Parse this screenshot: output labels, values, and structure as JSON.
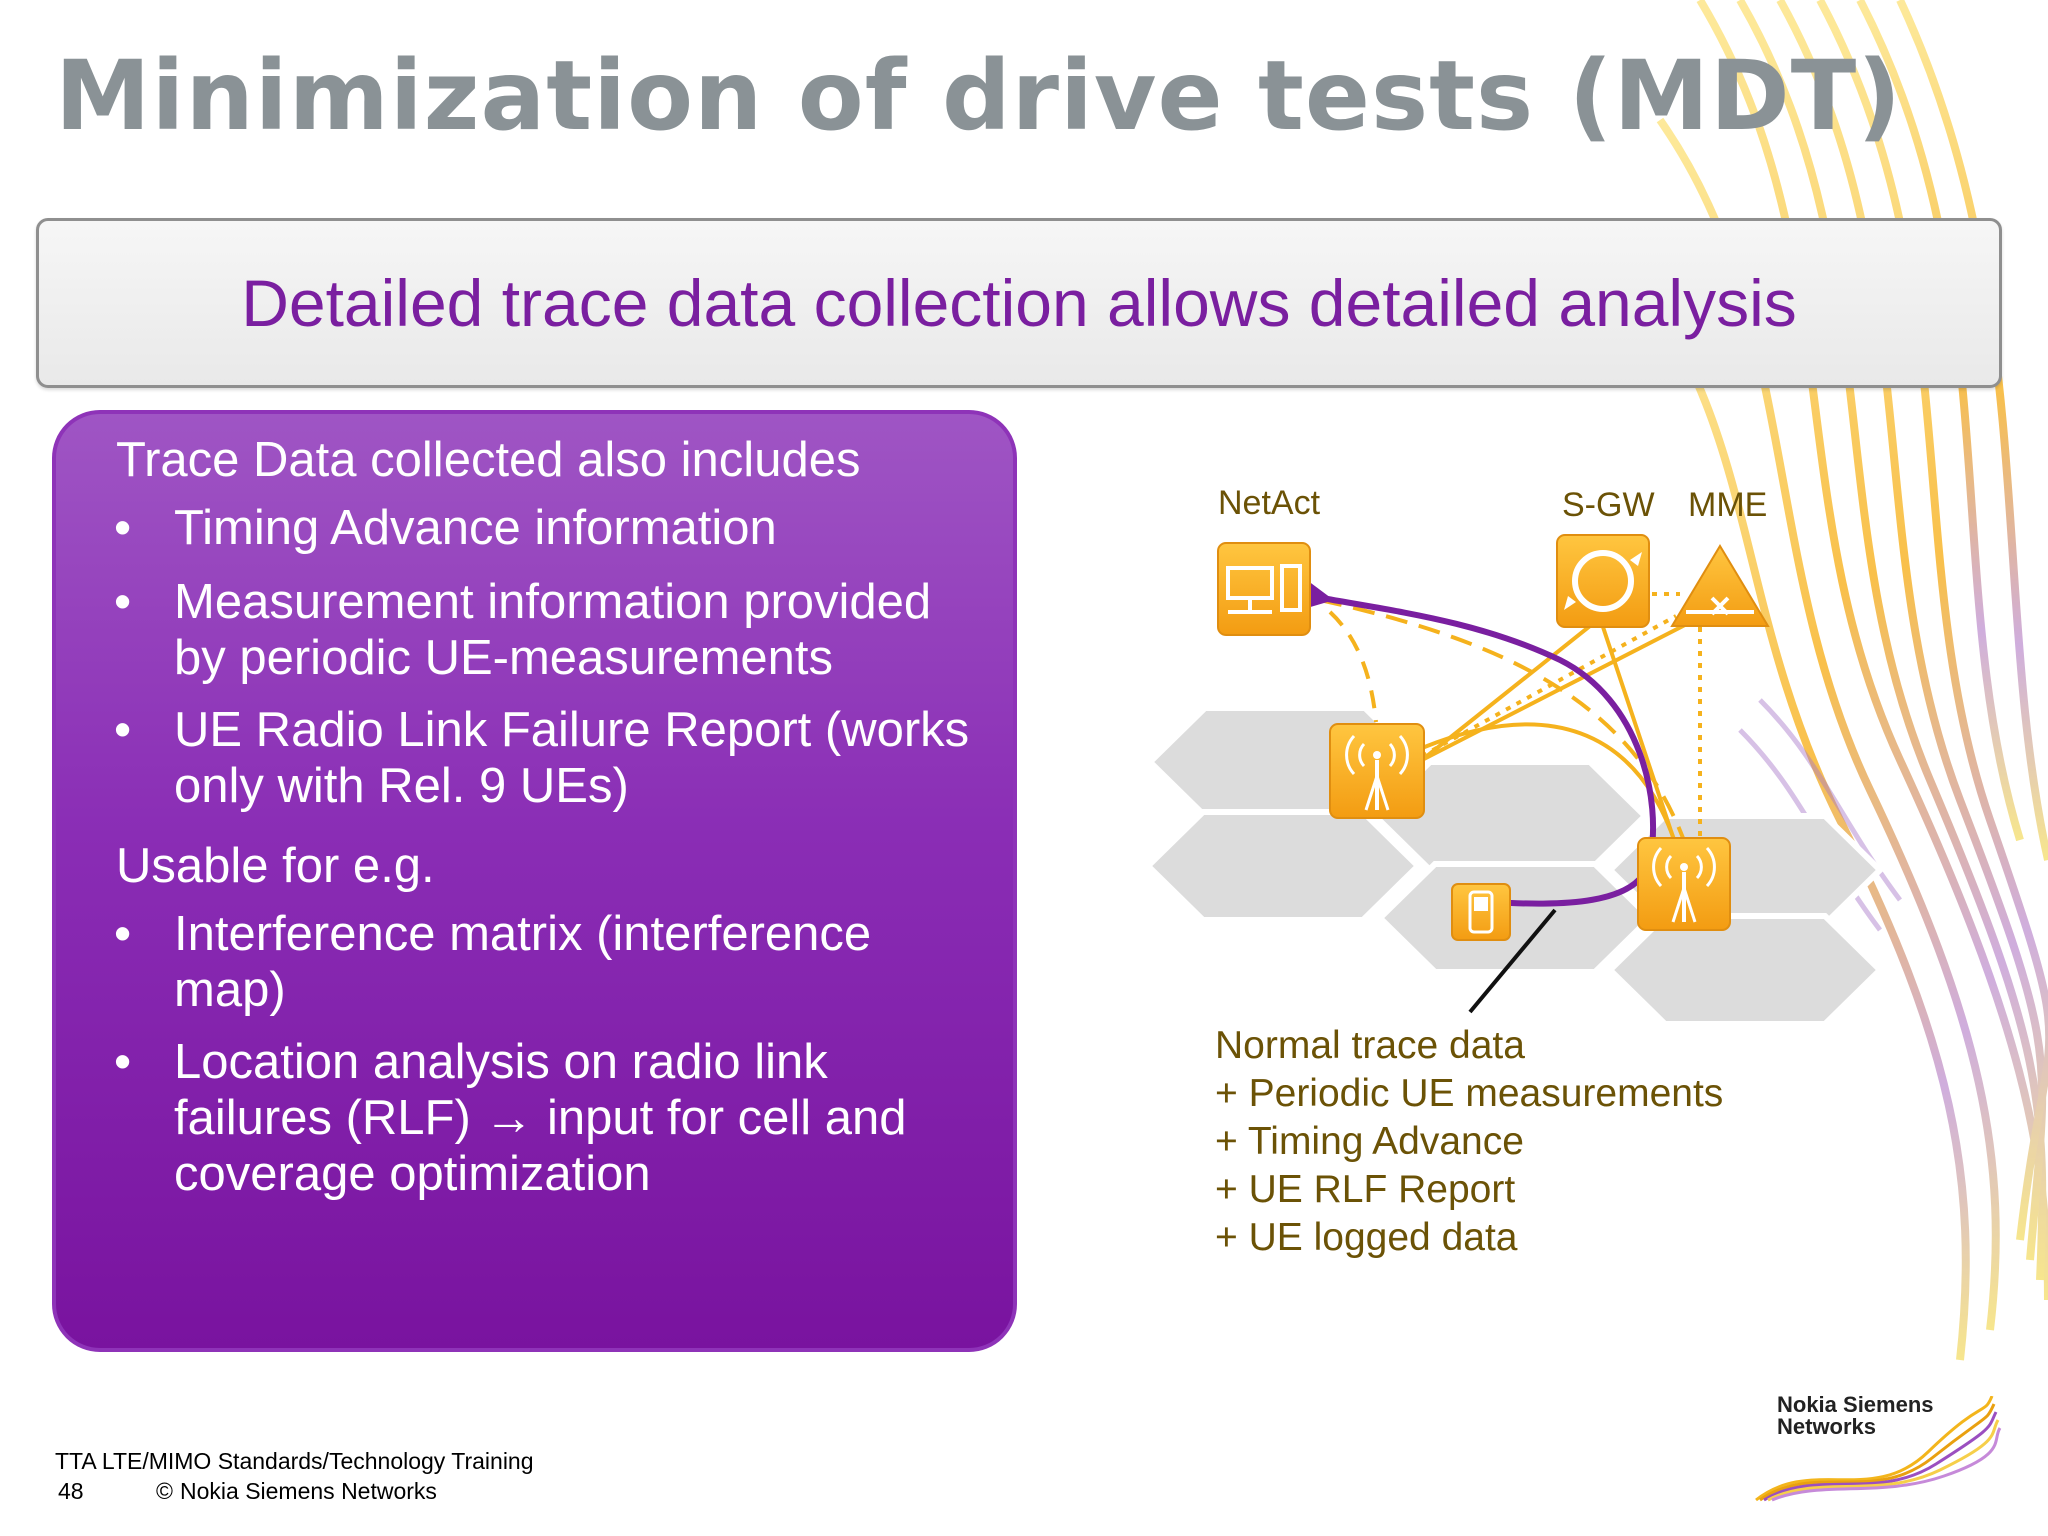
{
  "slide": {
    "title": "Minimization of drive tests (MDT)",
    "callout": "Detailed trace data collection allows detailed analysis",
    "box": {
      "heading1": "Trace Data collected also includes",
      "bullets1": [
        "Timing Advance information",
        "Measurement information provided by periodic UE-measurements",
        "UE Radio Link Failure Report (works only with Rel. 9 UEs)"
      ],
      "heading2": "Usable for e.g.",
      "bullets2": [
        "Interference matrix (interference map)",
        "Location analysis on radio link failures (RLF) → input for cell and coverage optimization"
      ]
    },
    "diagram": {
      "labels": {
        "netact": "NetAct",
        "sgw": "S-GW",
        "mme": "MME"
      },
      "trace_lines": [
        "Normal trace data",
        "+ Periodic UE measurements",
        "+ Timing Advance",
        "+ UE RLF Report",
        "+ UE logged data"
      ],
      "icons": [
        "netact-server-icon",
        "sgw-router-icon",
        "mme-triangle-icon",
        "base-station-icon",
        "ue-phone-icon"
      ]
    },
    "footer": {
      "course": "TTA LTE/MIMO Standards/Technology Training",
      "page_number": "48",
      "copyright_symbol": "©",
      "copyright": "Nokia Siemens Networks"
    },
    "brand": {
      "line1": "Nokia Siemens",
      "line2": "Networks"
    },
    "colors": {
      "title": "#8a9296",
      "callout_text": "#7a1fa0",
      "box_purple": "#8a2db5",
      "icon_orange": "#f7a91a",
      "diagram_text": "#6b5206"
    }
  }
}
